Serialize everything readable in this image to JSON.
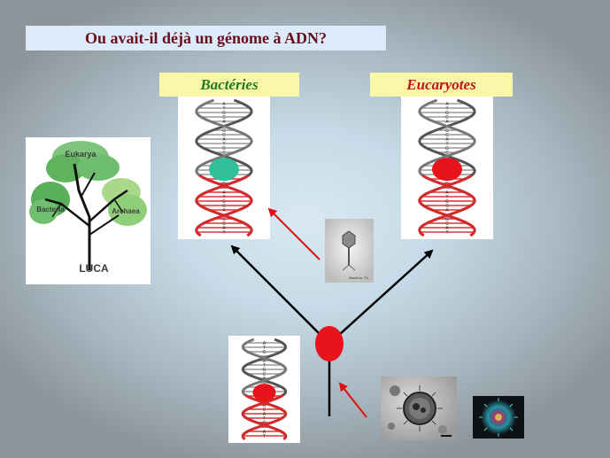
{
  "title": "Ou avait-il déjà un génome à ADN?",
  "labels": {
    "bacteria": "Bactéries",
    "eukaryotes": "Eucaryotes"
  },
  "tree": {
    "domains": [
      "Eukarya",
      "Bacteria",
      "Archaea"
    ],
    "root": "LUCA"
  },
  "phage_caption": "Bacterio. T4",
  "colors": {
    "title_text": "#6b0e1c",
    "title_bg": "#dcebf9",
    "label_bg": "#fbf7a8",
    "bacteria_text": "#1f7a1f",
    "eukaryotes_text": "#c0141c",
    "bacteria_node": "#2fbf9a",
    "eukaryote_node": "#e8141c",
    "root_node": "#e8141c",
    "arrow_black": "#000000",
    "arrow_red": "#dd1111"
  },
  "icons": {
    "dna_helix": "dna-helix-icon",
    "phage": "bacteriophage-icon",
    "virus": "virus-icon"
  }
}
